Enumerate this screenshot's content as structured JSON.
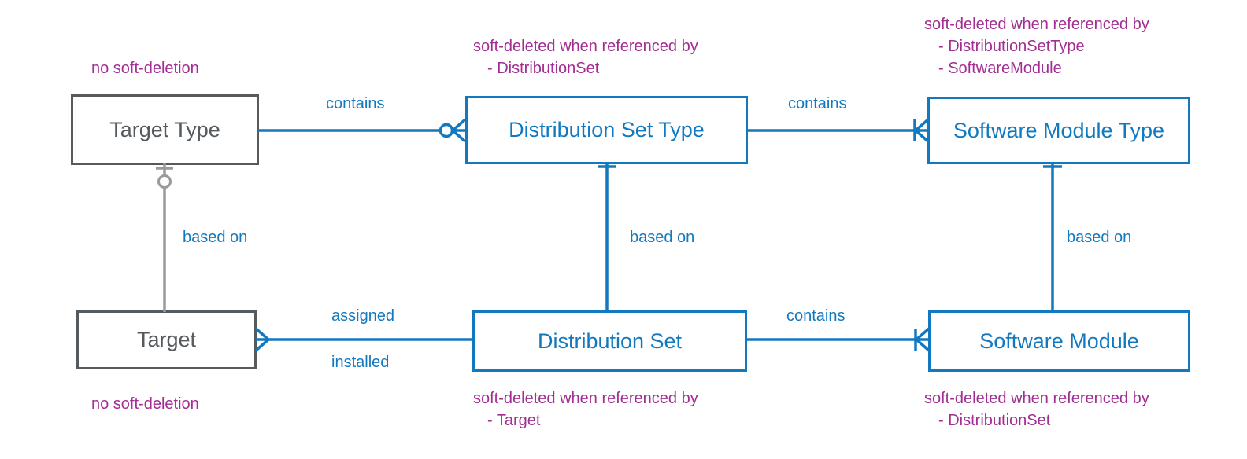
{
  "diagram": {
    "type": "entity-relationship",
    "colors": {
      "entity_blue": "#1379bf",
      "entity_gray": "#555a5e",
      "note_purple": "#a22d93",
      "background": "#ffffff"
    },
    "entities": [
      {
        "id": "target-type",
        "label": "Target Type",
        "style": "gray"
      },
      {
        "id": "distribution-set-type",
        "label": "Distribution Set Type",
        "style": "blue"
      },
      {
        "id": "software-module-type",
        "label": "Software Module Type",
        "style": "blue"
      },
      {
        "id": "target",
        "label": "Target",
        "style": "gray"
      },
      {
        "id": "distribution-set",
        "label": "Distribution Set",
        "style": "blue"
      },
      {
        "id": "software-module",
        "label": "Software Module",
        "style": "blue"
      }
    ],
    "relationships": [
      {
        "id": "tt-dst",
        "label": "contains",
        "from": "target-type",
        "to": "distribution-set-type"
      },
      {
        "id": "dst-smt",
        "label": "contains",
        "from": "distribution-set-type",
        "to": "software-module-type"
      },
      {
        "id": "tt-t",
        "label": "based on",
        "from": "target-type",
        "to": "target"
      },
      {
        "id": "dst-ds",
        "label": "based on",
        "from": "distribution-set-type",
        "to": "distribution-set"
      },
      {
        "id": "smt-sm",
        "label": "based on",
        "from": "software-module-type",
        "to": "software-module"
      },
      {
        "id": "t-ds-a",
        "label": "assigned",
        "from": "target",
        "to": "distribution-set"
      },
      {
        "id": "t-ds-i",
        "label": "installed",
        "from": "target",
        "to": "distribution-set"
      },
      {
        "id": "ds-sm",
        "label": "contains",
        "from": "distribution-set",
        "to": "software-module"
      }
    ],
    "notes": {
      "target_type": {
        "title": "no soft-deletion",
        "items": []
      },
      "distribution_set_type": {
        "title": "soft-deleted when referenced by",
        "items": [
          "-  DistributionSet"
        ]
      },
      "software_module_type": {
        "title": "soft-deleted when referenced by",
        "items": [
          "-  DistributionSetType",
          "-  SoftwareModule"
        ]
      },
      "target": {
        "title": "no soft-deletion",
        "items": []
      },
      "distribution_set": {
        "title": "soft-deleted when referenced by",
        "items": [
          "-  Target"
        ]
      },
      "software_module": {
        "title": "soft-deleted when referenced by",
        "items": [
          "-  DistributionSet"
        ]
      }
    }
  }
}
